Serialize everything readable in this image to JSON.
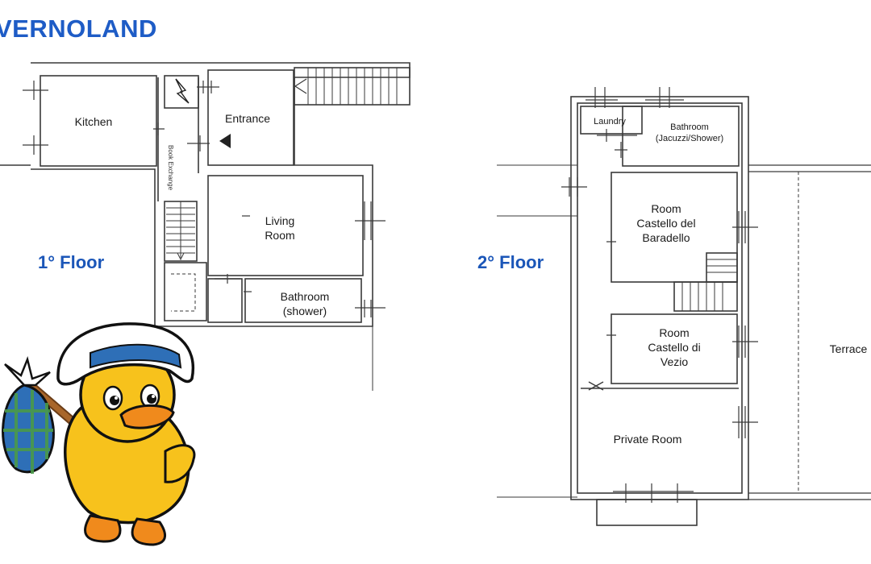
{
  "brand": "VERNOLAND",
  "floors": {
    "first": "1° Floor",
    "second": "2° Floor"
  },
  "rooms_first": {
    "kitchen": "Kitchen",
    "entrance": "Entrance",
    "living_line1": "Living",
    "living_line2": "Room",
    "bath_line1": "Bathroom",
    "bath_line2": "(shower)",
    "book_exchange": "Book Exchange"
  },
  "rooms_second": {
    "laundry": "Laundry",
    "bath_line1": "Bathroom",
    "bath_line2": "(Jacuzzi/Shower)",
    "baradello_line1": "Room",
    "baradello_line2": "Castello del",
    "baradello_line3": "Baradello",
    "vezio_line1": "Room",
    "vezio_line2": "Castello di",
    "vezio_line3": "Vezio",
    "private": "Private Room",
    "terrace": "Terrace"
  },
  "colors": {
    "brand_blue": "#1e5cc6",
    "wall": "#333333",
    "duck_yellow": "#f7c21c",
    "duck_beak": "#f08a1c",
    "bag_blue": "#2e6fb7",
    "bag_green": "#4a9a4a"
  },
  "icons": [
    "lightning-icon",
    "speaker-icon",
    "duck-mascot"
  ]
}
